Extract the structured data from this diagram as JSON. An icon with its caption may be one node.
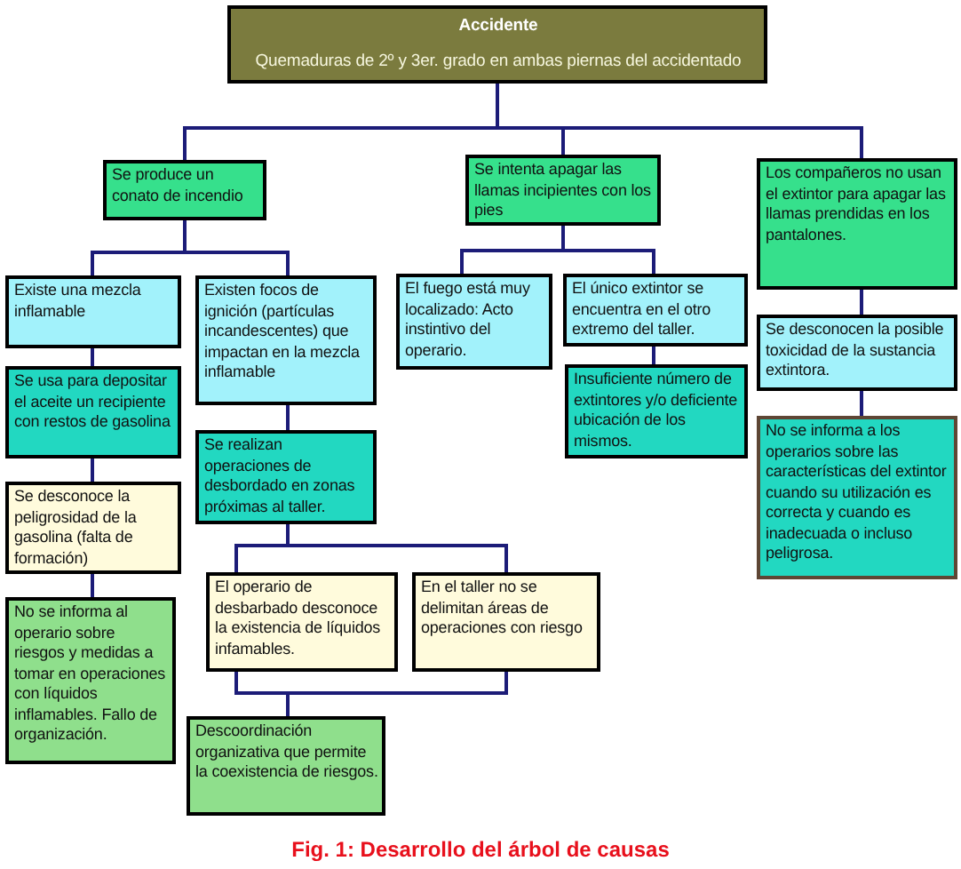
{
  "diagram": {
    "caption": "Fig. 1: Desarrollo del árbol de causas",
    "nodes": [
      {
        "text": [
          "Accidente",
          "Quemaduras de 2º y 3er. grado en ambas piernas del accidentado"
        ]
      },
      {
        "text": [
          "Se produce un conato de incendio"
        ]
      },
      {
        "text": [
          "Se intenta apagar las llamas incipientes con los pies"
        ]
      },
      {
        "text": [
          "Los compañeros no usan el extintor para apagar las llamas prendidas en los pantalones."
        ]
      },
      {
        "text": [
          "Existe una mezcla inflamable"
        ]
      },
      {
        "text": [
          "Existen focos de ignición (partículas incandescentes) que impactan en la mezcla inflamable"
        ]
      },
      {
        "text": [
          "El fuego está muy localizado: Acto instintivo del operario."
        ]
      },
      {
        "text": [
          "El único extintor se encuentra en el otro extremo del taller."
        ]
      },
      {
        "text": [
          "Se desconocen la posible toxicidad de la sustancia extintora."
        ]
      },
      {
        "text": [
          "Se usa para depositar el aceite un recipiente con restos de gasolina"
        ]
      },
      {
        "text": [
          "Insuficiente número de extintores y/o deficiente ubicación de los mismos."
        ]
      },
      {
        "text": [
          "No se informa a los operarios sobre las características del extintor cuando su utilización es correcta y cuando es inadecuada o incluso peligrosa."
        ]
      },
      {
        "text": [
          "Se realizan operaciones de desbordado en zonas próximas al taller."
        ]
      },
      {
        "text": [
          "Se desconoce la peligrosidad de la gasolina (falta de formación)"
        ]
      },
      {
        "text": [
          "El operario de desbarbado desconoce la existencia de líquidos infamables."
        ]
      },
      {
        "text": [
          "En el taller no se delimitan áreas de operaciones con riesgo"
        ]
      },
      {
        "text": [
          "No se informa al operario sobre riesgos y medidas a tomar en operaciones con líquidos inflamables. Fallo de organización."
        ]
      },
      {
        "text": [
          "Descoordinación organizativa que permite la coexistencia de riesgos."
        ]
      }
    ],
    "edges": [
      {
        "from": 0,
        "to": 1,
        "arrow": "none"
      },
      {
        "from": 0,
        "to": 2,
        "arrow": "none"
      },
      {
        "from": 0,
        "to": 3,
        "arrow": "none"
      },
      {
        "from": 1,
        "to": 4,
        "arrow": "none"
      },
      {
        "from": 1,
        "to": 5,
        "arrow": "none"
      },
      {
        "from": 4,
        "to": 9,
        "arrow": "none"
      },
      {
        "from": 9,
        "to": 13,
        "arrow": "none"
      },
      {
        "from": 13,
        "to": 16,
        "arrow": "none"
      },
      {
        "from": 5,
        "to": 12,
        "arrow": "none"
      },
      {
        "from": 12,
        "to": 14,
        "arrow": "none"
      },
      {
        "from": 12,
        "to": 15,
        "arrow": "none"
      },
      {
        "from": 14,
        "to": 17,
        "arrow": "none"
      },
      {
        "from": 15,
        "to": 17,
        "arrow": "none"
      },
      {
        "from": 2,
        "to": 6,
        "arrow": "none"
      },
      {
        "from": 2,
        "to": 7,
        "arrow": "none"
      },
      {
        "from": 7,
        "to": 10,
        "arrow": "none"
      },
      {
        "from": 3,
        "to": 8,
        "arrow": "none"
      },
      {
        "from": 8,
        "to": 11,
        "arrow": "none"
      }
    ]
  }
}
